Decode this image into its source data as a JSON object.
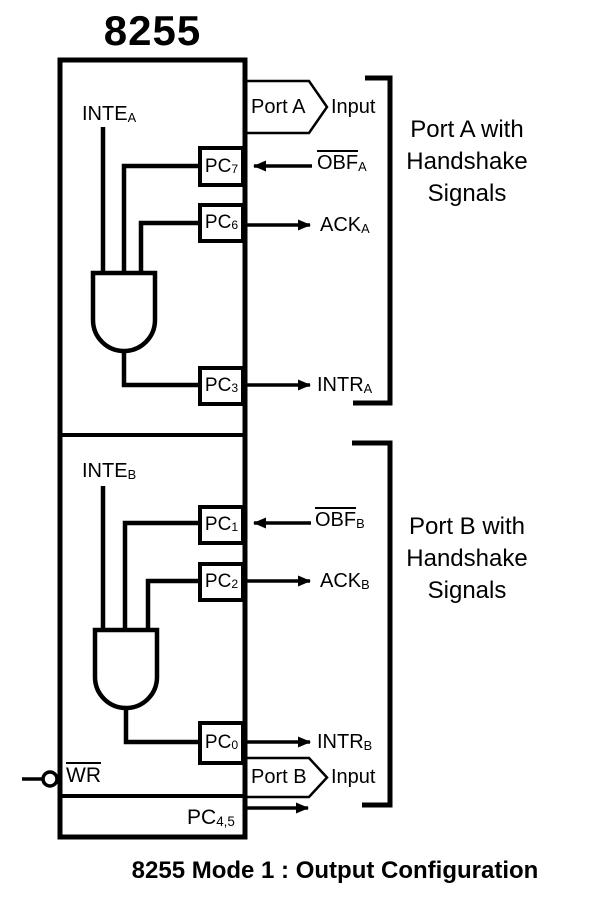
{
  "title": "8255",
  "caption": "8255 Mode 1 : Output Configuration",
  "colors": {
    "ink": "#000000",
    "paper": "#ffffff"
  },
  "port_a": {
    "inte_label": {
      "base": "INTE",
      "sub": "A"
    },
    "pc7": {
      "base": "PC",
      "sub": "7"
    },
    "pc6": {
      "base": "PC",
      "sub": "6"
    },
    "pc3": {
      "base": "PC",
      "sub": "3"
    },
    "port_flag": {
      "label": "Port A",
      "mode": "Input"
    },
    "obf": {
      "base": "OBF",
      "sub": "A",
      "overline": true,
      "direction": "into-chip"
    },
    "ack": {
      "base": "ACK",
      "sub": "A",
      "overline": false,
      "direction": "out-of-chip"
    },
    "intr": {
      "base": "INTR",
      "sub": "A",
      "overline": false,
      "direction": "out-of-chip"
    },
    "bracket": {
      "line1": "Port A with",
      "line2": "Handshake",
      "line3": "Signals"
    }
  },
  "port_b": {
    "inte_label": {
      "base": "INTE",
      "sub": "B"
    },
    "pc1": {
      "base": "PC",
      "sub": "1"
    },
    "pc2": {
      "base": "PC",
      "sub": "2"
    },
    "pc0": {
      "base": "PC",
      "sub": "0"
    },
    "port_flag": {
      "label": "Port B",
      "mode": "Input"
    },
    "obf": {
      "base": "OBF",
      "sub": "B",
      "overline": true,
      "direction": "into-chip"
    },
    "ack": {
      "base": "ACK",
      "sub": "B",
      "overline": false,
      "direction": "out-of-chip"
    },
    "intr": {
      "base": "INTR",
      "sub": "B",
      "overline": false,
      "direction": "out-of-chip"
    },
    "bracket": {
      "line1": "Port B with",
      "line2": "Handshake",
      "line3": "Signals"
    }
  },
  "control": {
    "wr": {
      "base": "WR",
      "overline": true
    },
    "pc45": {
      "base": "PC",
      "sub": "4,5"
    }
  }
}
